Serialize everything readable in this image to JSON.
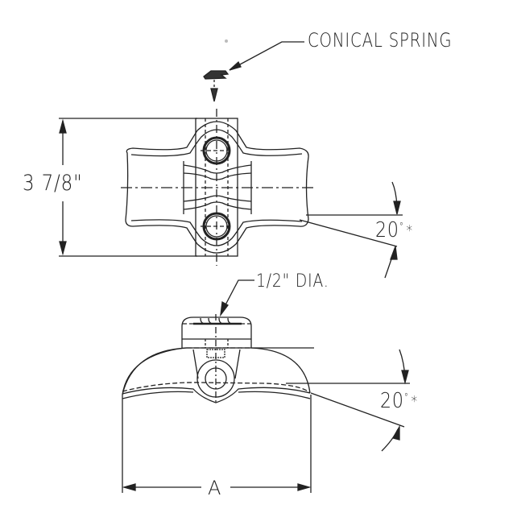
{
  "title": "Conical spring clamp technical drawing",
  "labels": {
    "conical_spring": "CONICAL SPRING",
    "height_dimension": "3 7/8\"",
    "bolt_diameter": "1/2\" DIA.",
    "angle_top_value": "20",
    "angle_top_note": "*",
    "angle_bottom_value": "20",
    "angle_bottom_note": "*",
    "degree_symbol": "°",
    "width_dimension": "A"
  },
  "colors": {
    "background": "#ffffff",
    "line": "#222222"
  }
}
